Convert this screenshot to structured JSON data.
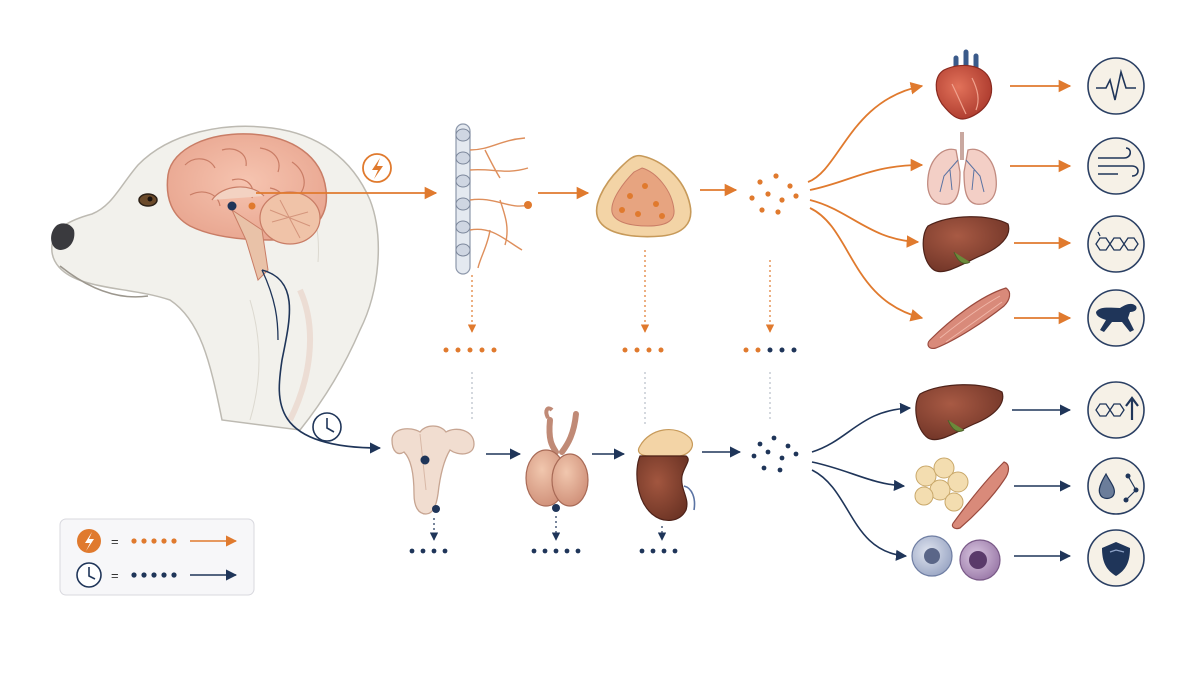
{
  "colors": {
    "fast": "#e07a2e",
    "slow": "#1f3559",
    "circle_fill": "#f6f1e7",
    "circle_stroke": "#2a3f63",
    "legend_bg": "#f7f7f9",
    "legend_border": "#d8d8de"
  },
  "pathways": [
    {
      "id": "fast",
      "legend_icon": "lightning-icon",
      "legend_symbol": "=",
      "stages": [
        "brain-hypothalamus",
        "sympathetic-nerve-chain",
        "adrenal-medulla",
        "catecholamine-molecules"
      ],
      "targets": [
        {
          "organ": "heart-organ",
          "effect_icon": "heart-rate-waveform-icon"
        },
        {
          "organ": "lungs-organ",
          "effect_icon": "breathing-air-icon"
        },
        {
          "organ": "liver-organ",
          "effect_icon": "glucose-chain-icon"
        },
        {
          "organ": "muscle-organ",
          "effect_icon": "running-dog-icon"
        }
      ]
    },
    {
      "id": "slow",
      "legend_icon": "clock-icon",
      "legend_symbol": "=",
      "stages": [
        "pituitary-gland",
        "adrenal-gland-pair",
        "adrenal-cortex-kidney",
        "cortisol-molecules"
      ],
      "targets": [
        {
          "organ": "liver-organ",
          "effect_icon": "glucose-increase-icon"
        },
        {
          "organ": "fat-and-muscle-tissue",
          "effect_icon": "energy-mobilization-icon"
        },
        {
          "organ": "immune-cells",
          "effect_icon": "immune-shield-icon"
        }
      ]
    }
  ]
}
